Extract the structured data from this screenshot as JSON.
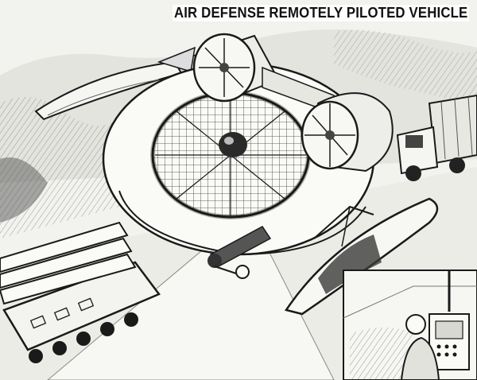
{
  "illustration": {
    "title": "AIR DEFENSE REMOTELY PILOTED VEHICLE",
    "style": "black-and-white technical sketch",
    "subjects": [
      "vtol-drone",
      "missile",
      "truck",
      "missile-launcher-vehicle",
      "operator-console"
    ],
    "colors": {
      "ink": "#1a1a1a",
      "paper": "#f2f2ee",
      "shade": "#8a8a86"
    }
  }
}
